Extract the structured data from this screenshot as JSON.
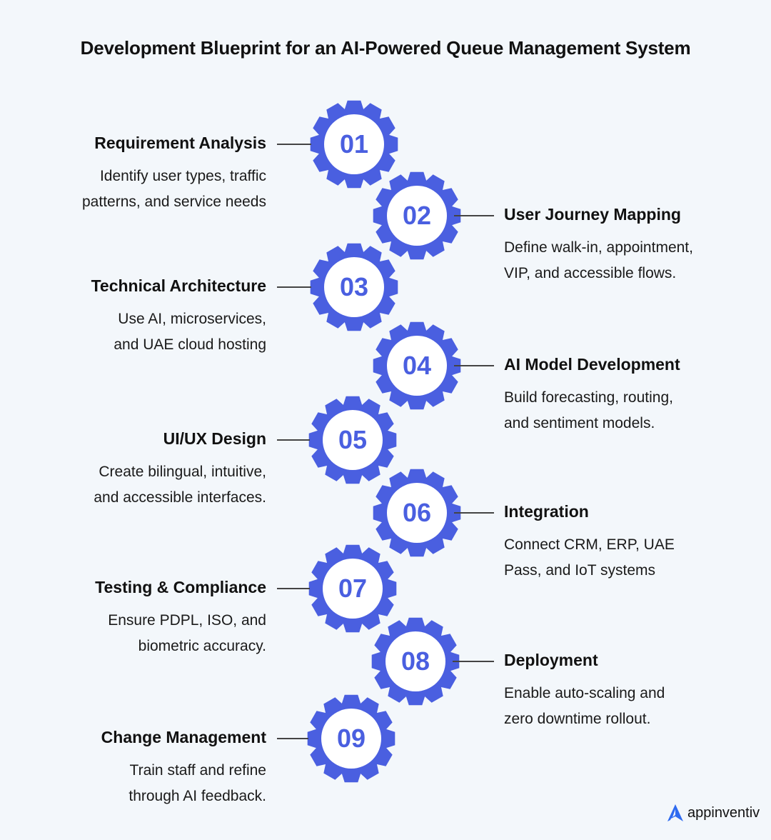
{
  "title": "Development Blueprint for an AI-Powered Queue Management System",
  "colors": {
    "accent": "#4a5fe0",
    "background": "#f3f7fb",
    "logo": "#2f6bf0"
  },
  "steps": [
    {
      "number": "01",
      "title": "Requirement Analysis",
      "lines": [
        "Identify user types, traffic",
        "patterns, and service needs"
      ]
    },
    {
      "number": "02",
      "title": "User Journey Mapping",
      "lines": [
        "Define walk-in, appointment,",
        "VIP, and accessible flows."
      ]
    },
    {
      "number": "03",
      "title": "Technical Architecture",
      "lines": [
        "Use AI, microservices,",
        "and UAE cloud hosting"
      ]
    },
    {
      "number": "04",
      "title": "AI Model Development",
      "lines": [
        "Build forecasting, routing,",
        "and sentiment models."
      ]
    },
    {
      "number": "05",
      "title": "UI/UX Design",
      "lines": [
        "Create bilingual, intuitive,",
        "and accessible interfaces."
      ]
    },
    {
      "number": "06",
      "title": "Integration",
      "lines": [
        "Connect CRM, ERP, UAE",
        "Pass, and IoT systems"
      ]
    },
    {
      "number": "07",
      "title": "Testing & Compliance",
      "lines": [
        "Ensure PDPL, ISO, and",
        "biometric accuracy."
      ]
    },
    {
      "number": "08",
      "title": "Deployment",
      "lines": [
        "Enable auto-scaling and",
        "zero downtime rollout."
      ]
    },
    {
      "number": "09",
      "title": "Change Management",
      "lines": [
        "Train staff and refine",
        "through AI feedback."
      ]
    }
  ],
  "logo": {
    "text": "appinventiv"
  }
}
